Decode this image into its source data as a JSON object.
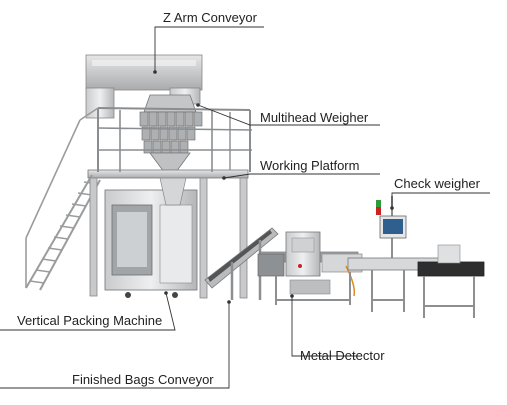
{
  "labels": {
    "z_arm_conveyor": "Z Arm Conveyor",
    "multihead_weigher": "Multihead Weigher",
    "working_platform": "Working Platform",
    "check_weigher": "Check weigher",
    "vertical_packing_machine": "Vertical Packing Machine",
    "metal_detector": "Metal Detector",
    "finished_bags_conveyor": "Finished Bags Conveyor"
  },
  "colors": {
    "line": "#333333",
    "steel_light": "#d9dadb",
    "steel_mid": "#b7b9bb",
    "steel_dark": "#8e9194",
    "accent_red": "#cc2222",
    "accent_green": "#2e9a3a"
  }
}
